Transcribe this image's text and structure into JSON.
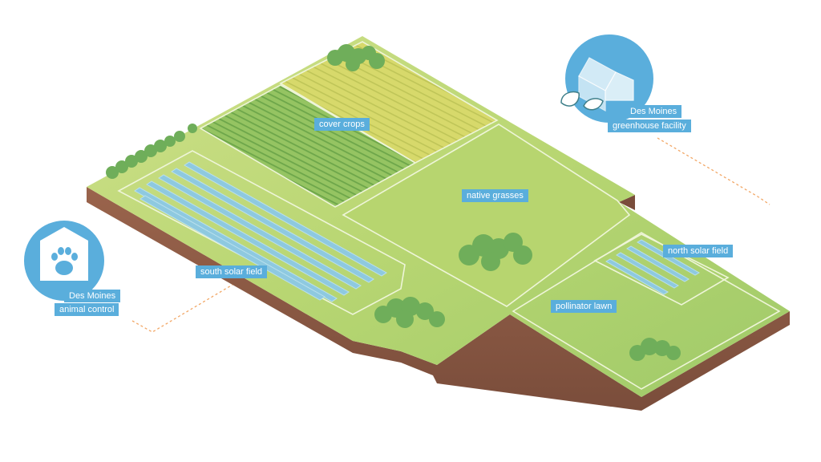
{
  "labels": {
    "cover_crops": "cover crops",
    "native_grasses": "native grasses",
    "south_solar_field": "south solar field",
    "north_solar_field": "north solar field",
    "pollinator_lawn": "pollinator lawn"
  },
  "facilities": {
    "animal_control": {
      "line1": "Des Moines",
      "line2": "animal control",
      "icon": "paw-icon"
    },
    "greenhouse": {
      "line1": "Des Moines",
      "line2": "greenhouse facility",
      "icon": "greenhouse-icon"
    }
  },
  "colors": {
    "grass_light": "#c9d97a",
    "grass": "#a9cc6a",
    "field_yellow": "#d8d86a",
    "crop_green": "#8ebf5e",
    "soil": "#8b5a45",
    "soil_dark": "#6e4535",
    "tree": "#6fae5a",
    "panel": "#8ec9e0",
    "badge": "#5aaedc",
    "dashed": "#f2a766"
  }
}
